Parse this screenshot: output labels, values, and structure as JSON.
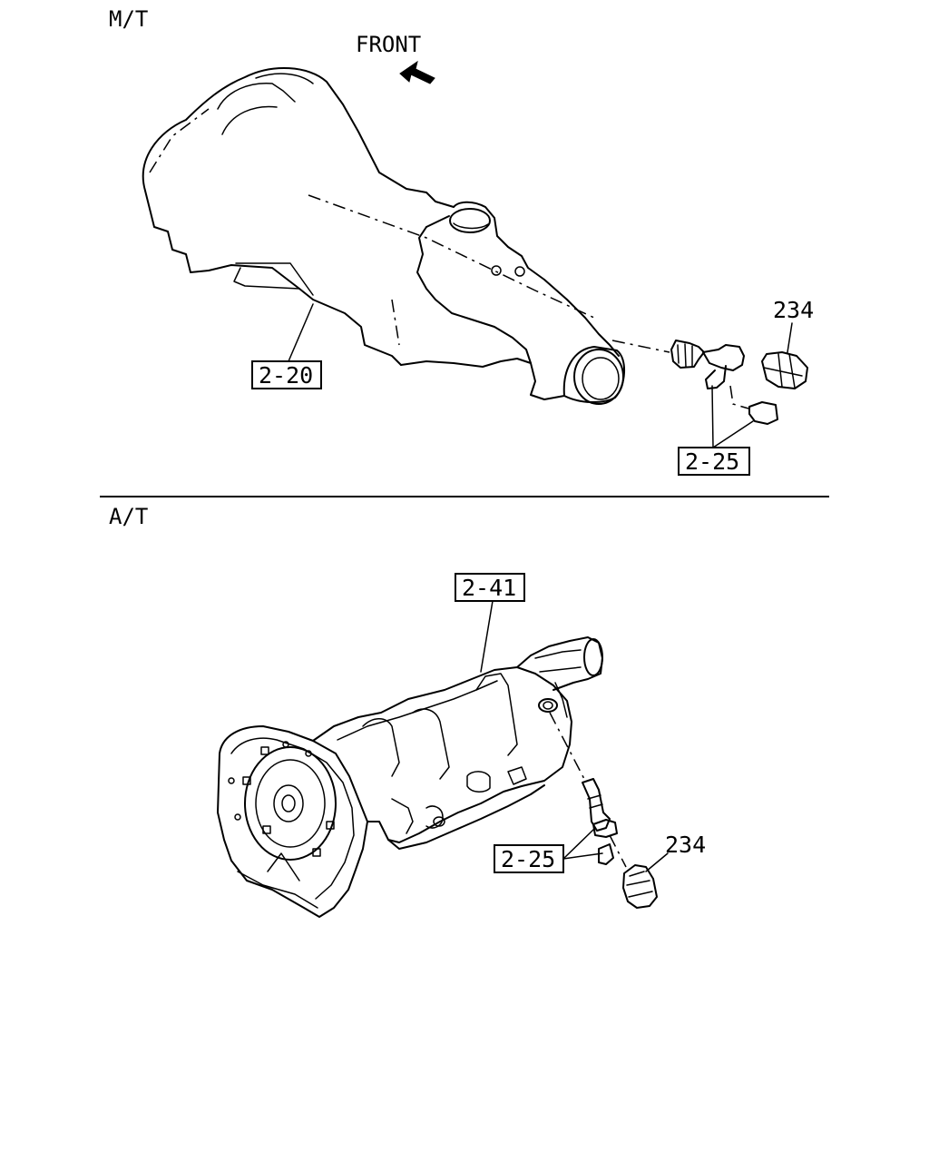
{
  "sections": {
    "mt_label": "M/T",
    "at_label": "A/T"
  },
  "direction": {
    "front_label": "FRONT"
  },
  "mt_callouts": {
    "transmission_ref": "2-20",
    "sensor_ref": "234",
    "driven_gear_ref": "2-25"
  },
  "at_callouts": {
    "transmission_ref": "2-41",
    "sensor_ref": "234",
    "driven_gear_ref": "2-25"
  }
}
